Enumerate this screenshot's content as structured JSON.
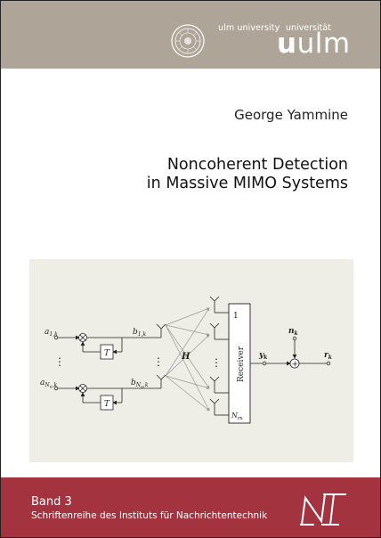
{
  "header": {
    "university_en": "ulm university",
    "university_de": "universität",
    "logo_u_bold": "u",
    "logo_rest": "ulm"
  },
  "author": "George Yammine",
  "title_lines": [
    "Noncoherent Detection",
    "in Massive MIMO Systems"
  ],
  "figure": {
    "a1k": "a",
    "a1k_sub": "1,k",
    "aNk": "a",
    "aNk_sub": "N",
    "aNk_sub_sub": "u",
    "aNk_sub2": ",k",
    "b1k": "b",
    "b1k_sub": "1,k",
    "bNk": "b",
    "bNk_sub": "N",
    "bNk_sub_sub": "u",
    "bNk_sub2": ",k",
    "delay_label": "T",
    "channel_label": "H",
    "receiver_label": "Receiver",
    "receiver_top": "1",
    "receiver_bottom": "N",
    "receiver_bottom_sub": "rx",
    "output_label": "y",
    "output_sub": "k",
    "noise_label": "n",
    "noise_sub": "k",
    "result_label": "r",
    "result_sub": "k",
    "dots": "⋮",
    "plus": "+",
    "times": "×"
  },
  "footer": {
    "volume": "Band 3",
    "series": "Schriftenreihe des Instituts für Nachrichtentechnik"
  },
  "colors": {
    "header_bg": "#aea598",
    "footer_bg": "#a3343f",
    "figure_bg": "#eeeee6"
  }
}
